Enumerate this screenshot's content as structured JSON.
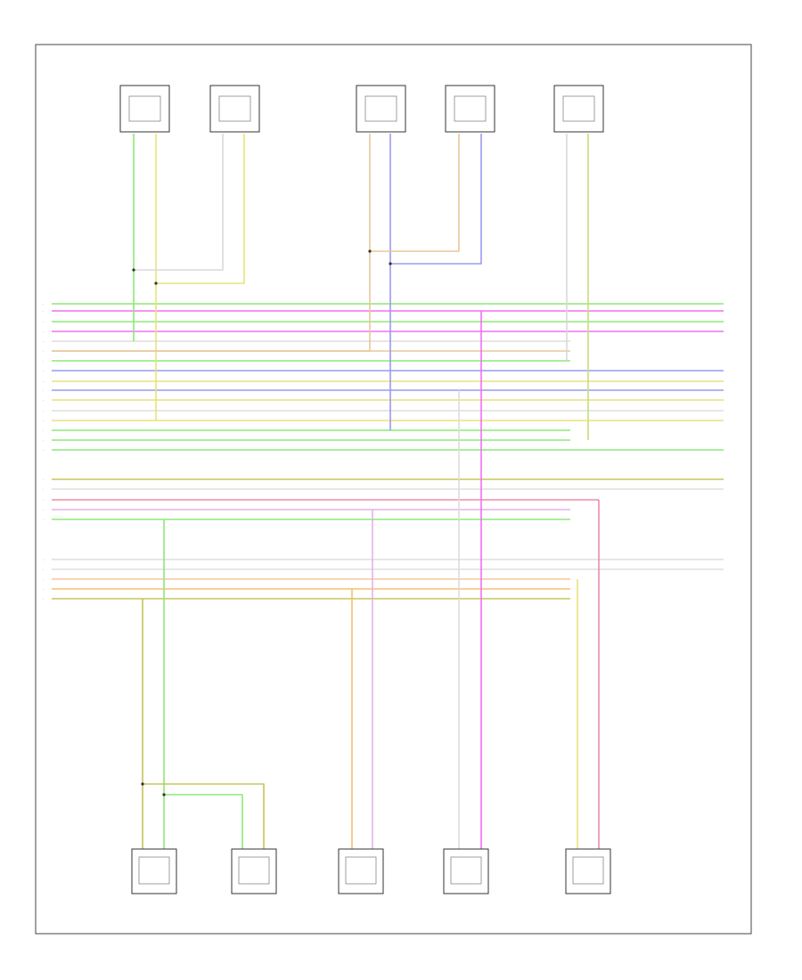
{
  "page_label": "",
  "top_components": [
    {
      "id": "c1",
      "color_left": "#8ee878",
      "color_right": "#e9e27a"
    },
    {
      "id": "c2",
      "color_left": "#d8d8d8",
      "color_right": "#e9e27a"
    },
    {
      "id": "c3",
      "color_left": "#e7c89a",
      "color_right": "#9a9af0"
    },
    {
      "id": "c4",
      "color_left": "#e7c89a",
      "color_right": "#9a9af0"
    },
    {
      "id": "c5",
      "color_left": "#d8d8d8",
      "color_right": "#c5e07a"
    }
  ],
  "bottom_components": [
    {
      "id": "b1"
    },
    {
      "id": "b2"
    },
    {
      "id": "b3"
    },
    {
      "id": "b4"
    },
    {
      "id": "b5"
    }
  ],
  "bus_colors": [
    "#8ee878",
    "#f070f0",
    "#8ee878",
    "#f070f0",
    "#dddddd",
    "#e7c89a",
    "#8ee878",
    "#9a9af0",
    "#e9e27a",
    "#9a9af0",
    "#e9e27a",
    "#dddddd",
    "#e9e27a",
    "#8ee878",
    "#8ee878",
    "#8ee878",
    "#c5c55a",
    "#dddddd",
    "#f08aa5",
    "#e7b0e7",
    "#8ee878",
    "#dddddd",
    "#dddddd",
    "#f5c6a0",
    "#f5c070",
    "#c5c55a"
  ]
}
